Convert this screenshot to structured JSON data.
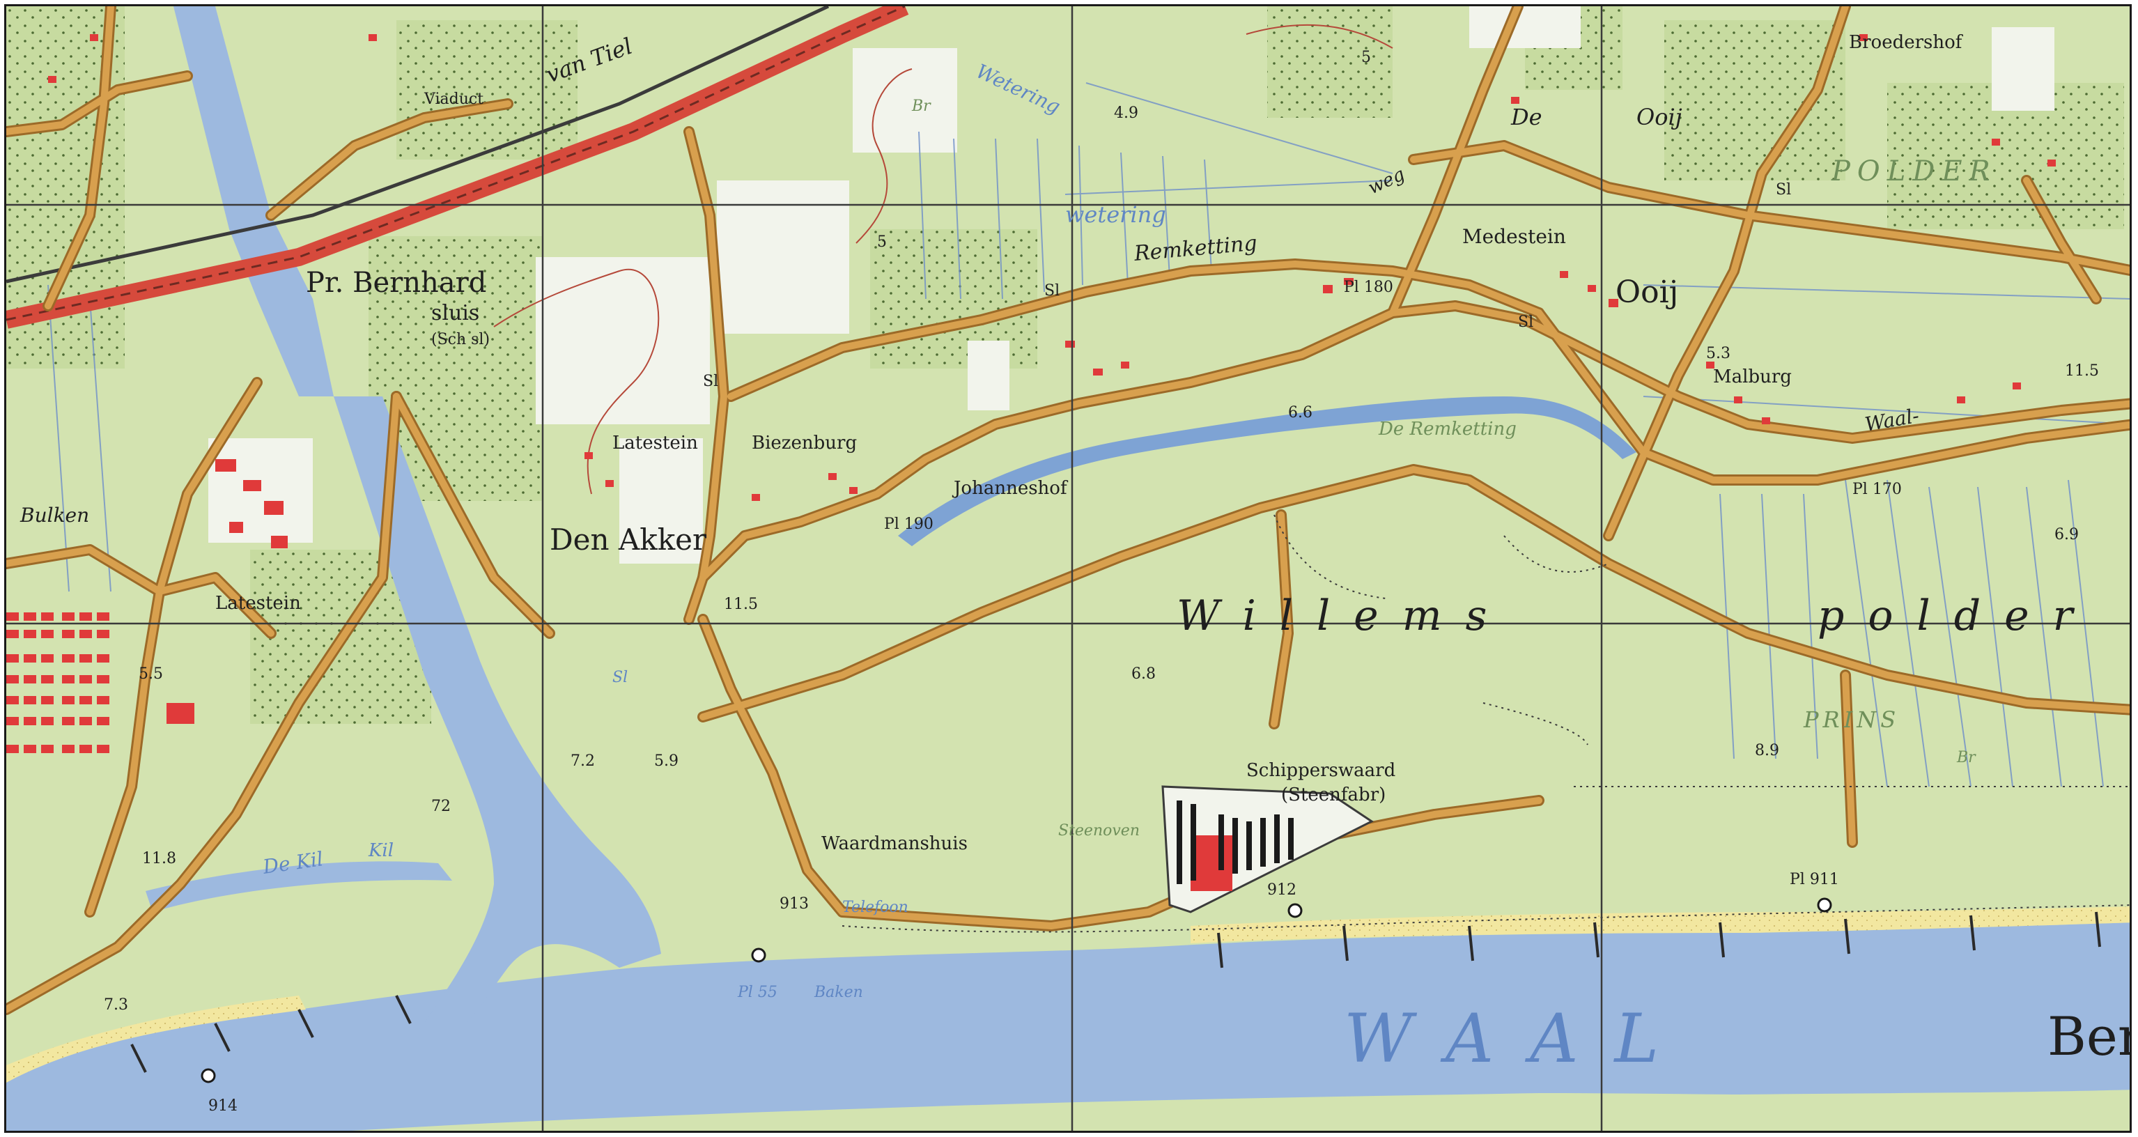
{
  "map": {
    "colors": {
      "land": "#d3e3b0",
      "orchard": "#c5d99a",
      "field_white": "#f2f4ec",
      "water": "#9db9df",
      "water_dark": "#7ea3d4",
      "beach": "#f3e8a3",
      "road": "#d8a04e",
      "road_edge": "#9c6a28",
      "railway": "#d64a3c",
      "built": "#e03a3a",
      "contour": "#b5493a",
      "grid": "#3a3a3a",
      "ditch": "#6f8fc9"
    },
    "labels": {
      "van_tiel": "van Tiel",
      "viaduct": "Viaduct",
      "broedershof": "Broedershof",
      "de_ooij_top": "De",
      "ooij_top": "Ooij",
      "polder_top": "POLDER",
      "weg": "weg",
      "wetering_top": "Wetering",
      "wetering_mid": "wetering",
      "br_top": "Br",
      "elev_4_9": "4.9",
      "medestein": "Medestein",
      "sl_1": "Sl",
      "sl_2": "Sl",
      "sl_3": "Sl",
      "sl_4": "Sl",
      "sl_5": "Sl",
      "remketting": "Remketting",
      "pl_180": "Pl 180",
      "ooij": "Ooij",
      "elev_5_3": "5.3",
      "malburg": "Malburg",
      "elev_11_5_right": "11.5",
      "waal_road": "Waal-",
      "pr_bernhard": "Pr. Bernhard",
      "sluis": "sluis",
      "sch_sl": "(Sch sl)",
      "latestein_top": "Latestein",
      "biezenburg": "Biezenburg",
      "johanneshof": "Johanneshof",
      "pl_190": "Pl 190",
      "den_akker": "Den Akker",
      "elev_11_5": "11.5",
      "elev_6_6": "6.6",
      "de_remketting": "De Remketting",
      "pl_170": "Pl 170",
      "elev_6_9": "6.9",
      "bulken": "Bulken",
      "latestein_left": "Latestein",
      "elev_5_5": "5.5",
      "willems": "Willems",
      "polder": "polder",
      "elev_6_8": "6.8",
      "prins": "PRINS",
      "br_right": "Br",
      "elev_8_9": "8.9",
      "schipperswaard": "Schipperswaard",
      "steenfabr": "(Steenfabr)",
      "steenoven": "Steenoven",
      "pl_911": "Pl 911",
      "de_kil": "De Kil",
      "kil": "Kil",
      "elev_11_8": "11.8",
      "elev_7_2": "7.2",
      "elev_5_9": "5.9",
      "elev_72": "72",
      "waardmanshuis": "Waardmanshuis",
      "elev_913": "913",
      "elev_912": "912",
      "telefoon": "Telefoon",
      "pl_55": "Pl 55",
      "baken": "Baken",
      "elev_7_3": "7.3",
      "elev_914": "914",
      "waal": "WAAL",
      "ben": "Ben",
      "elev_5_top": "5",
      "elev_5_mid": "5"
    }
  }
}
